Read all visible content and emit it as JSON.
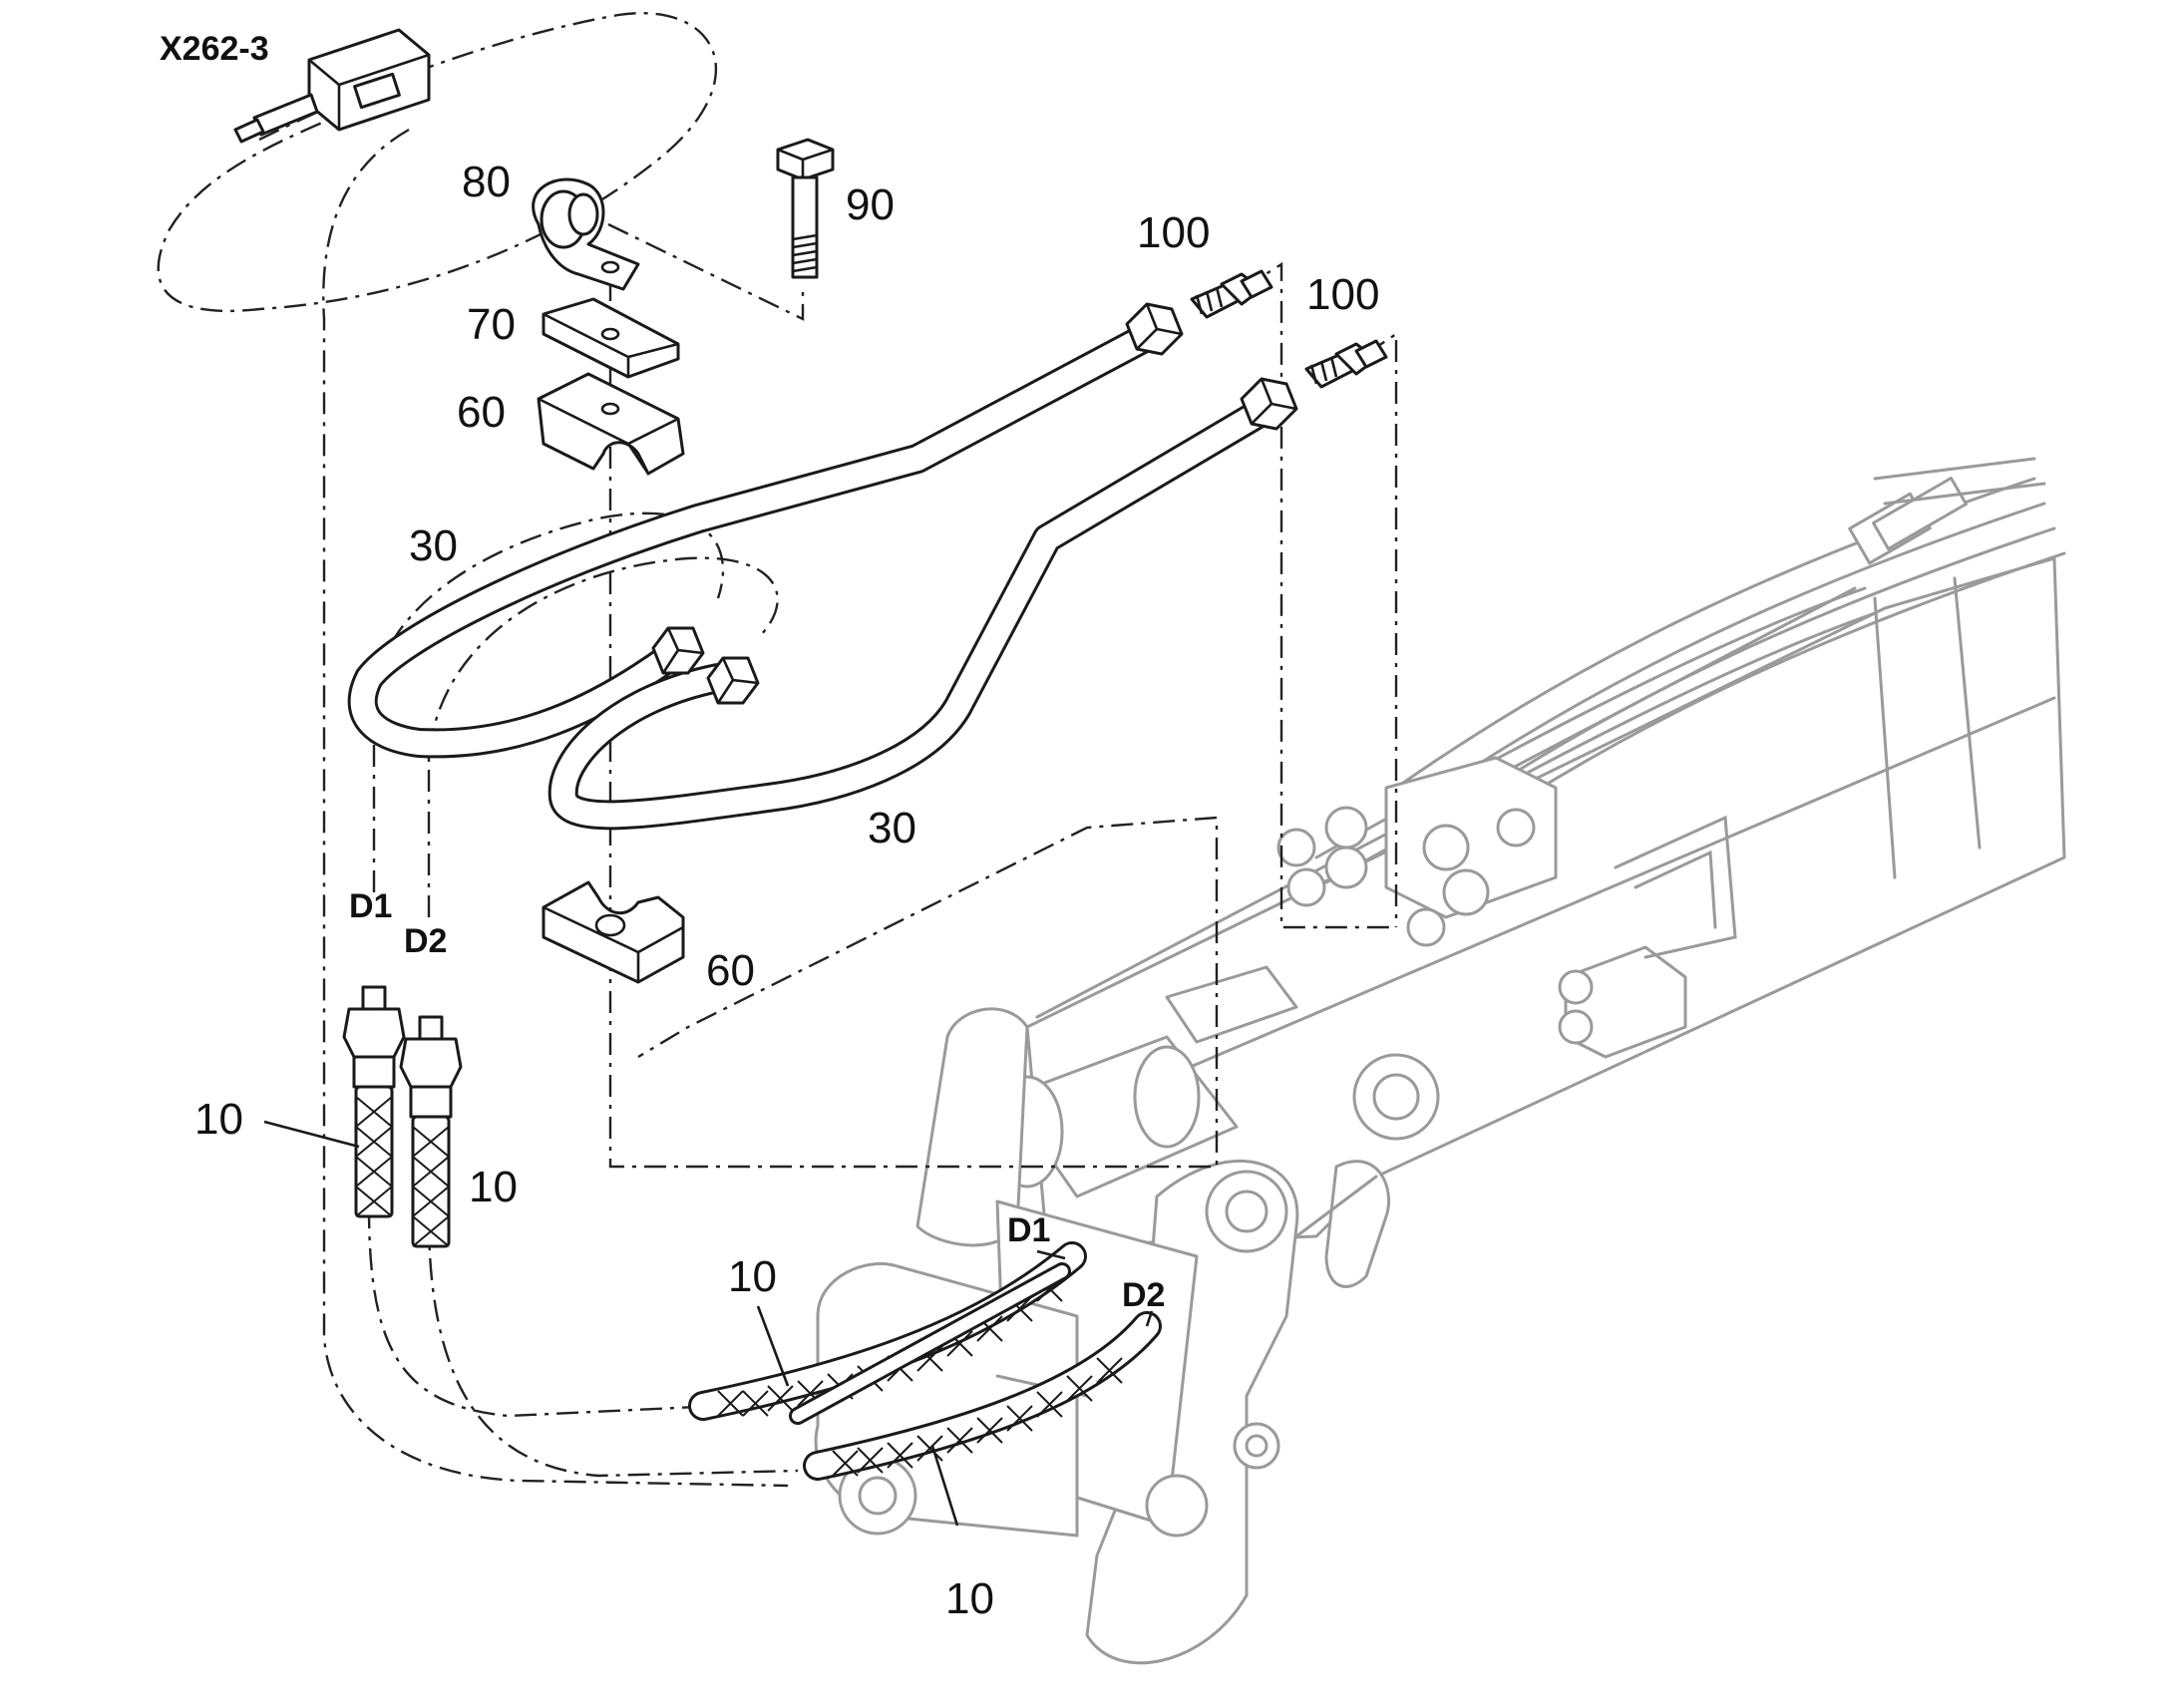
{
  "diagram": {
    "connector_label": "X262-3",
    "callouts": {
      "clamp": "80",
      "bolt": "90",
      "plate": "70",
      "clamp_half_upper": "60",
      "clamp_half_lower": "60",
      "adapter_left": "100",
      "adapter_right": "100",
      "pipe_upper": "30",
      "pipe_lower": "30",
      "hose_left": "10",
      "hose_right": "10",
      "hose_boom_upper": "10",
      "hose_boom_lower": "10"
    },
    "port_labels": {
      "d1_left": "D1",
      "d2_left": "D2",
      "d1_boom": "D1",
      "d2_boom": "D2"
    }
  }
}
